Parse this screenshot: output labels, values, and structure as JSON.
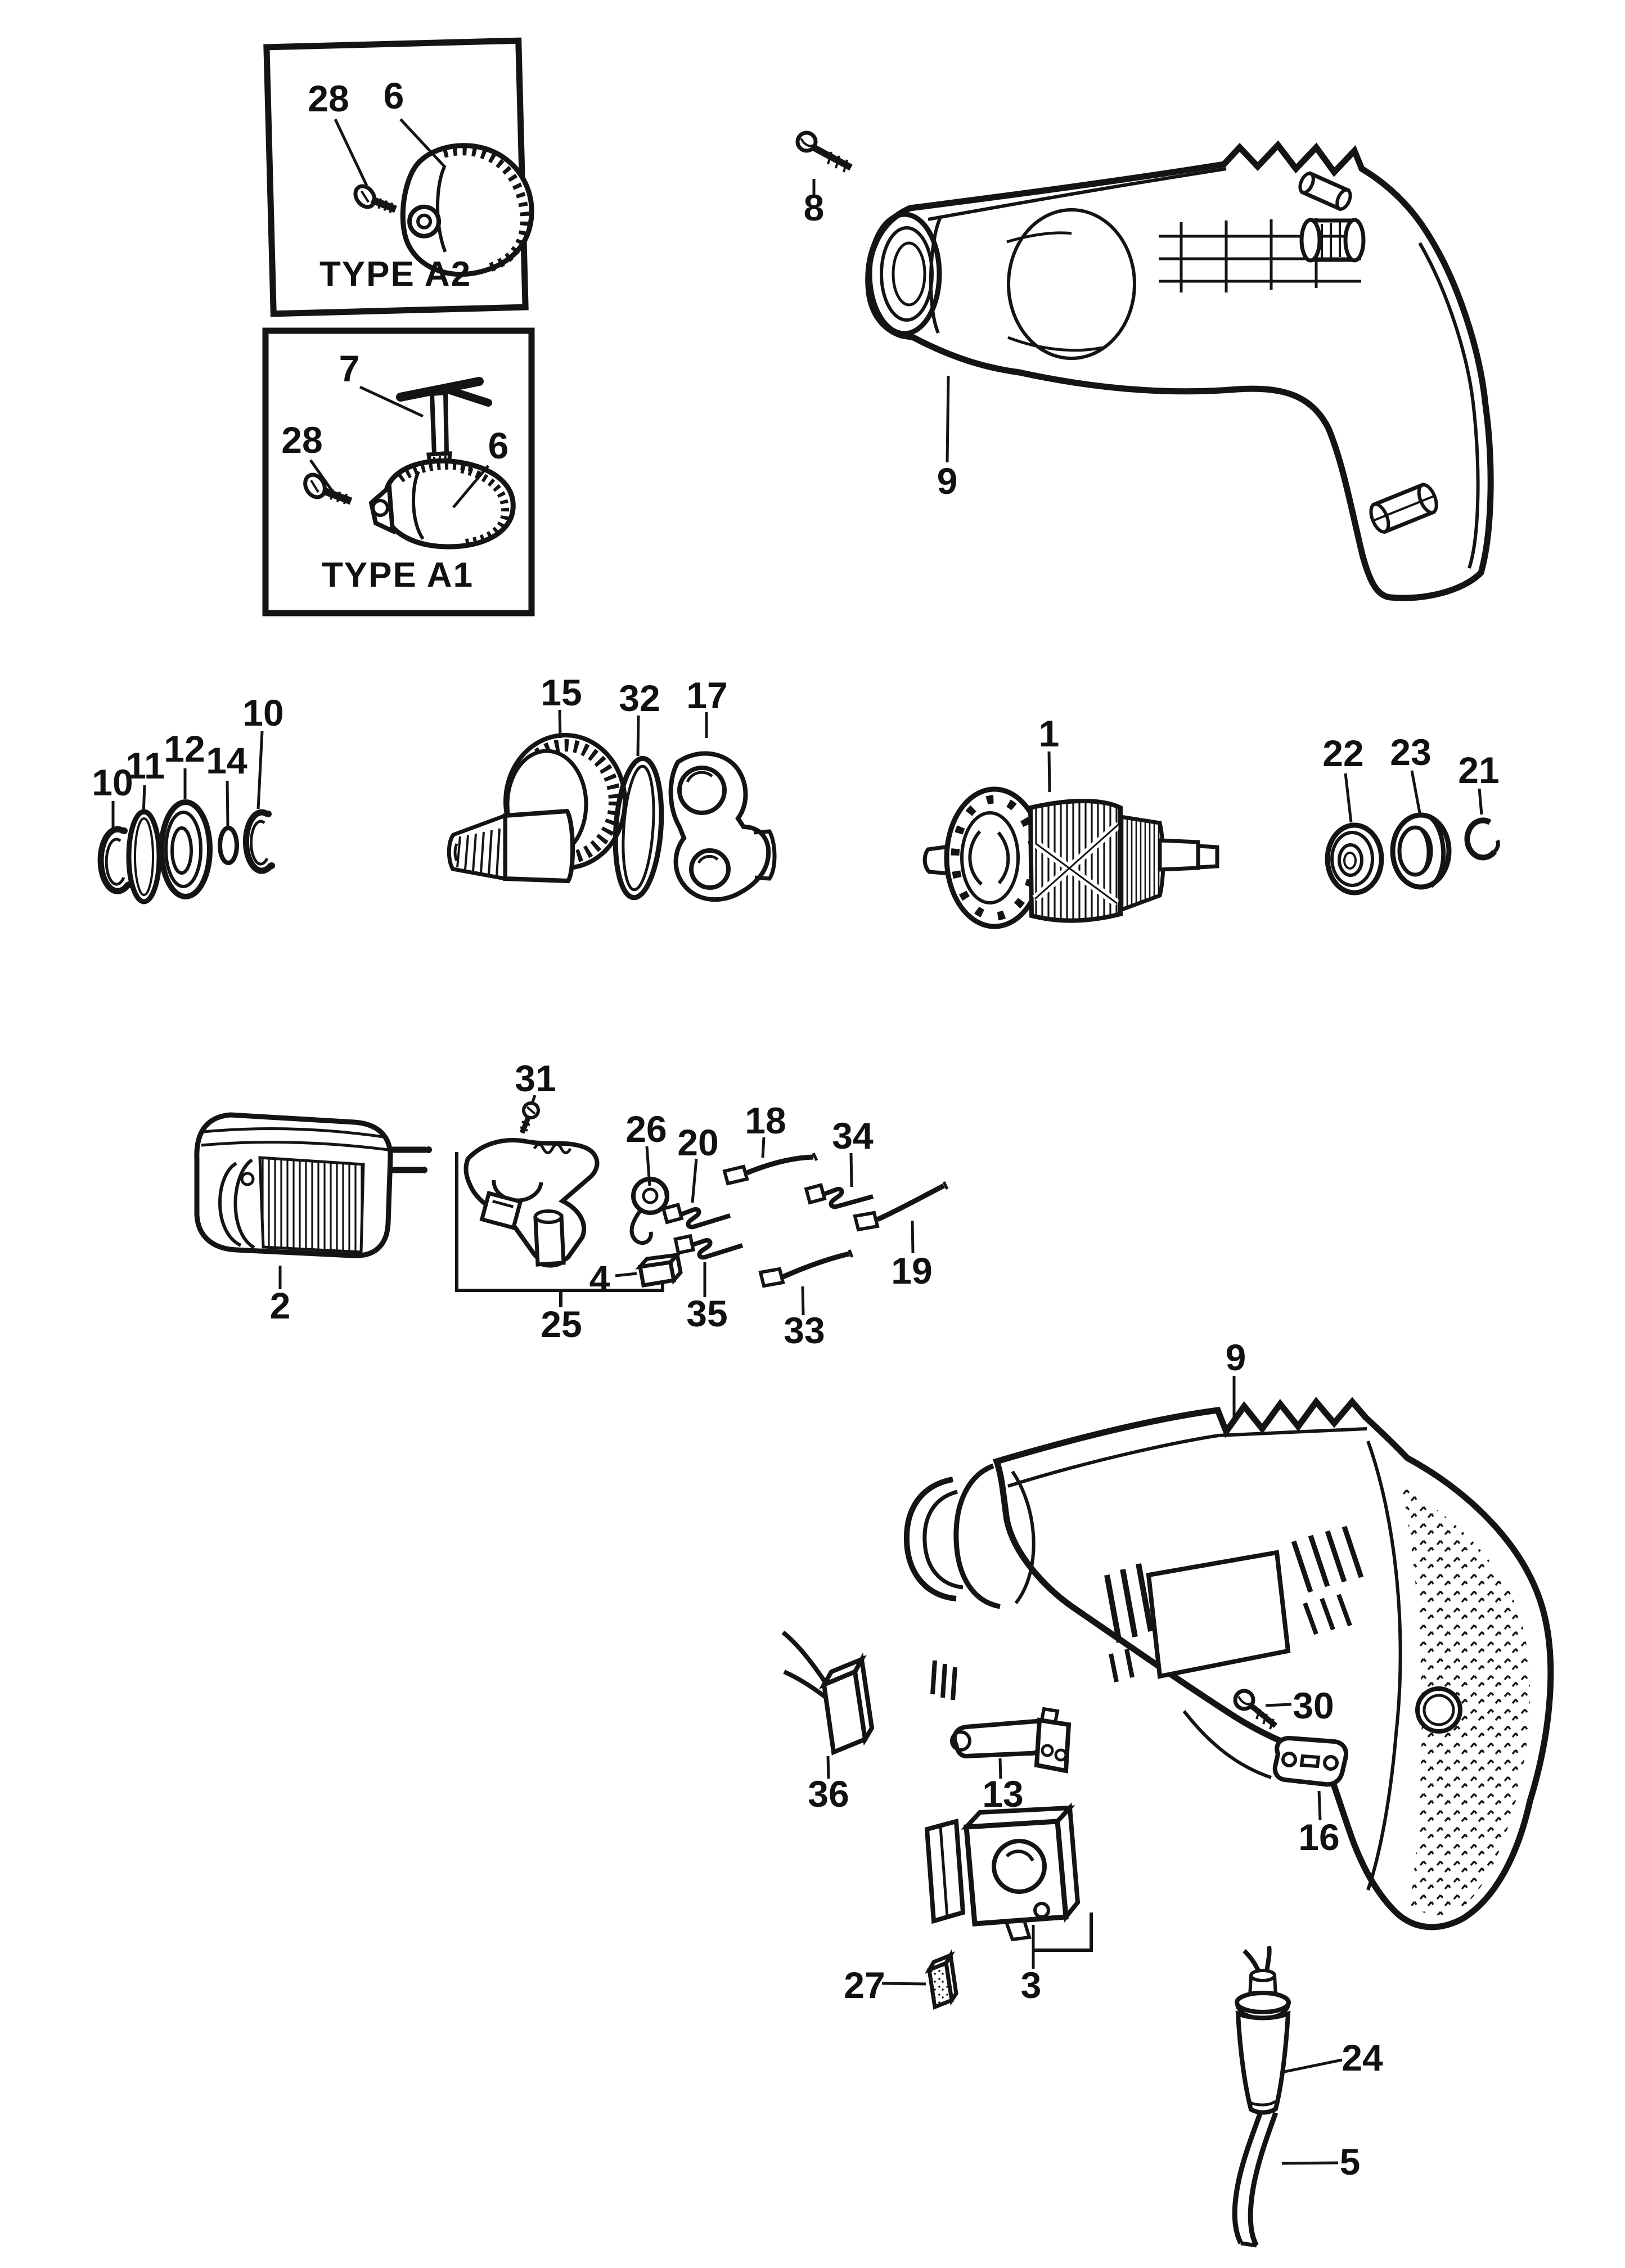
{
  "diagram": {
    "insets": {
      "a2": {
        "caption": "TYPE A2"
      },
      "a1": {
        "caption": "TYPE A1"
      }
    },
    "callouts": {
      "a2_screw": "28",
      "a2_chuck": "6",
      "a1_key": "7",
      "a1_screw": "28",
      "a1_chuck": "6",
      "screw_8": "8",
      "housing_half_9": "9",
      "circlip_10_left": "10",
      "washer_11": "11",
      "bearing_12": "12",
      "oring_14": "14",
      "circlip_10_right": "10",
      "gear_15": "15",
      "ring_32": "32",
      "plate_17": "17",
      "armature_1": "1",
      "bearing_22": "22",
      "sleeve_23": "23",
      "clip_21": "21",
      "field_2": "2",
      "screw_31": "31",
      "clamp_26": "26",
      "brush_4": "4",
      "brush_holder_25": "25",
      "terminal_20": "20",
      "lead_18": "18",
      "terminal_34": "34",
      "lead_19": "19",
      "terminal_35": "35",
      "lead_33": "33",
      "housing_9": "9",
      "capacitor_36": "36",
      "trigger_13": "13",
      "screw_30": "30",
      "plate_16": "16",
      "switch_3": "3",
      "block_27": "27",
      "cord_protector_24": "24",
      "cord_5": "5"
    }
  }
}
